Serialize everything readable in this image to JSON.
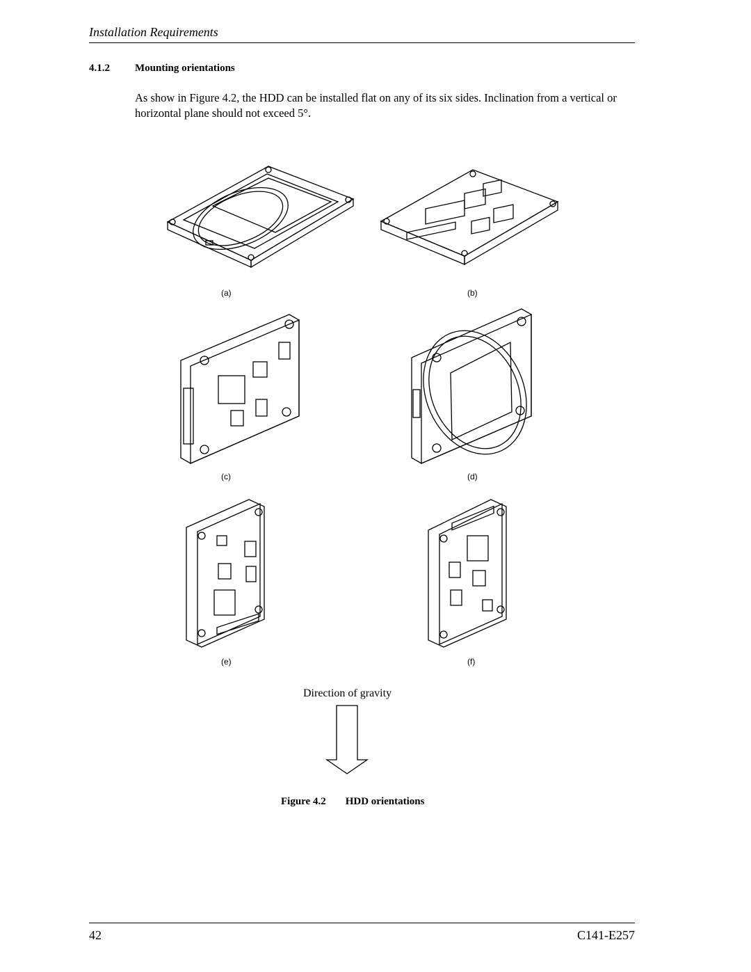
{
  "header": {
    "running_title": "Installation Requirements"
  },
  "section": {
    "number": "4.1.2",
    "title": "Mounting orientations",
    "body": "As show in Figure 4.2, the HDD can be installed flat on any of its six sides.  Inclination from a vertical or horizontal plane should not exceed 5°."
  },
  "figure": {
    "sublabels": [
      "(a)",
      "(b)",
      "(c)",
      "(d)",
      "(e)",
      "(f)"
    ],
    "gravity_label": "Direction of gravity",
    "caption_prefix": "Figure 4.2",
    "caption_title": "HDD orientations"
  },
  "footer": {
    "page_number": "42",
    "doc_code": "C141-E257"
  }
}
